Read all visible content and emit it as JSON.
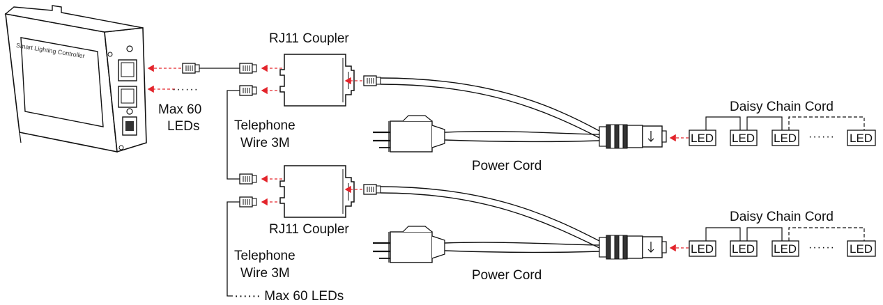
{
  "controller": {
    "label": "Smart Lighting Controller"
  },
  "labels": {
    "coupler_top": "RJ11 Coupler",
    "coupler_bottom": "RJ11 Coupler",
    "max_leds_top_1": "Max 60",
    "max_leds_top_2": "LEDs",
    "dots_top": "······",
    "telephone_top_1": "Telephone",
    "telephone_top_2": "Wire 3M",
    "telephone_bottom_1": "Telephone",
    "telephone_bottom_2": "Wire 3M",
    "max_leds_bottom": "······ Max 60 LEDs",
    "power_cord_top": "Power Cord",
    "power_cord_bottom": "Power Cord",
    "daisy_top": "Daisy Chain Cord",
    "daisy_bottom": "Daisy Chain Cord",
    "led_dots": "······"
  },
  "led_chain_top": [
    "LED",
    "LED",
    "LED",
    "LED"
  ],
  "led_chain_bottom": [
    "LED",
    "LED",
    "LED",
    "LED"
  ],
  "colors": {
    "arrow": "#e3242b",
    "line": "#111111"
  }
}
